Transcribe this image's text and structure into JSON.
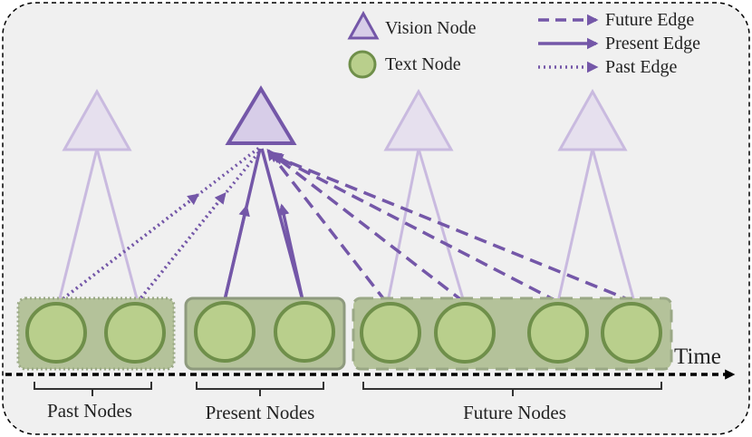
{
  "legend": {
    "vision_node": "Vision Node",
    "text_node": "Text Node",
    "future_edge": "Future Edge",
    "present_edge": "Present Edge",
    "past_edge": "Past Edge"
  },
  "axis": {
    "time": "Time"
  },
  "groups": {
    "past": "Past Nodes",
    "present": "Present Nodes",
    "future": "Future Nodes"
  },
  "colors": {
    "purple": "#7457a8",
    "purple_fill": "#d7cde8",
    "faded_stroke": "#c9badf",
    "faded_fill": "#e6e0ee",
    "node_fill": "#b9cf8c",
    "node_stroke": "#6f8f4a",
    "group_fill": "#b4c29a",
    "group_stroke": "#8e9a7e",
    "background": "#f0f0f0"
  },
  "icons": {
    "vision_node": "triangle-icon",
    "text_node": "circle-icon",
    "time_arrow": "arrow-right-icon"
  }
}
